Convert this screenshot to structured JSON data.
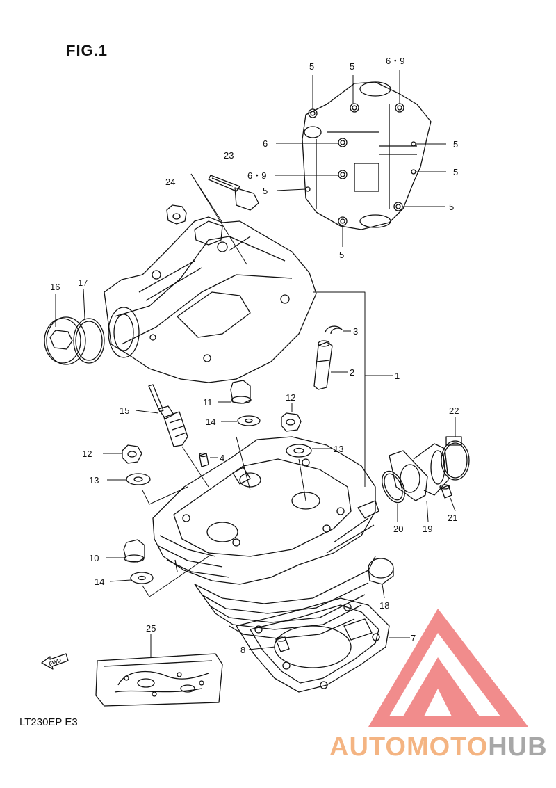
{
  "figure_title": "FIG.1",
  "model_code": "LT230EP  E3",
  "fwd_label": "FWD",
  "watermark": {
    "part1": "AUTOMOTO",
    "part2": "HUB",
    "color_logo": "#f08080",
    "color_text1": "#f4b482",
    "color_text2": "#a7a7a7"
  },
  "callouts": {
    "c1": "1",
    "c2": "2",
    "c3": "3",
    "c4": "4",
    "c5a": "5",
    "c5b": "5",
    "c5c": "5",
    "c5d": "5",
    "c5e": "5",
    "c5f": "5",
    "c5g": "5",
    "c6": "6",
    "c69a": "6・9",
    "c69b": "6・9",
    "c7": "7",
    "c8": "8",
    "c10": "10",
    "c11": "11",
    "c12a": "12",
    "c12b": "12",
    "c13a": "13",
    "c13b": "13",
    "c14a": "14",
    "c14b": "14",
    "c15": "15",
    "c16": "16",
    "c17": "17",
    "c18": "18",
    "c19": "19",
    "c20": "20",
    "c21": "21",
    "c22": "22",
    "c23": "23",
    "c24": "24",
    "c25": "25"
  }
}
